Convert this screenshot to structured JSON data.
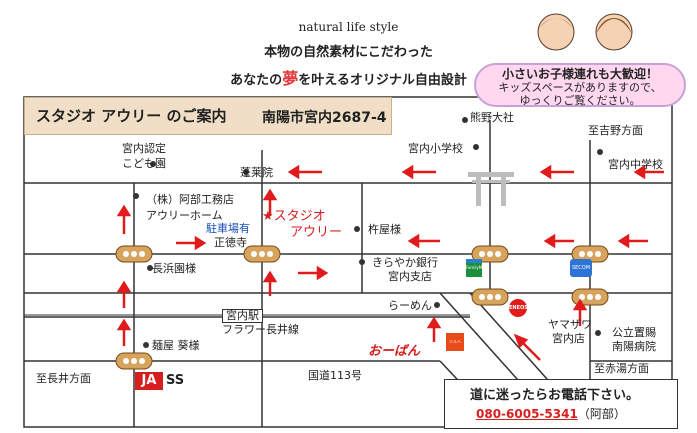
{
  "header": {
    "line1": "natural life style",
    "line2": "本物の自然素材にこだわった",
    "line3_pre": "あなたの",
    "line3_yume": "夢",
    "line3_post": "を叶えるオリジナル自由設計"
  },
  "bubble": {
    "line1": "小さいお子様連れも大歓迎！",
    "line2": "キッズスペースがありますので、",
    "line3": "ゆっくりご覧ください。"
  },
  "title": {
    "name": "スタジオ アウリー のご案内",
    "address": "南陽市宮内2687-4"
  },
  "labels": {
    "kumano": "熊野大社",
    "yoshino": "至吉野方面",
    "miyauchi_elem": "宮内小学校",
    "miyauchi_jhs": "宮内中学校",
    "kodomoen1": "宮内認定",
    "kodomoen2": "こども園",
    "horaiin": "蓬莱院",
    "abe1": "（株）阿部工務店",
    "abe2": "アウリーホーム",
    "parking": "駐車場有",
    "shotokuji": "正徳寺",
    "studio1": "★スタジオ",
    "studio2": "アウリー",
    "kineya": "杵屋様",
    "nagahama": "長浜園様",
    "bank1": "きらやか銀行",
    "bank2": "宮内支店",
    "ramen": "らーめん",
    "station": "宮内駅",
    "flower": "フラワー長井線",
    "menya": "麺屋 葵様",
    "yamazawa1": "ヤマザワ",
    "yamazawa2": "宮内店",
    "hospital1": "公立置賜",
    "hospital2": "南陽病院",
    "akayu": "至赤湯方面",
    "nagai": "至長井方面",
    "route113": "国道113号",
    "ja": "JA",
    "ss": "SS",
    "opan": "おーばん",
    "eneos": "ENEOS",
    "familymart": "FamilyMart",
    "tsuruha": "ツルハ",
    "secom": "SECOM"
  },
  "contact": {
    "line1": "道に迷ったらお電話下さい。",
    "phone": "080-6005-5341",
    "name": "（阿部）"
  },
  "colors": {
    "road": "#333333",
    "arrow": "#e11b1b",
    "titlebg": "#f0dfc6",
    "bubblebg": "#ffd8ef",
    "signal": "#c8862e"
  }
}
